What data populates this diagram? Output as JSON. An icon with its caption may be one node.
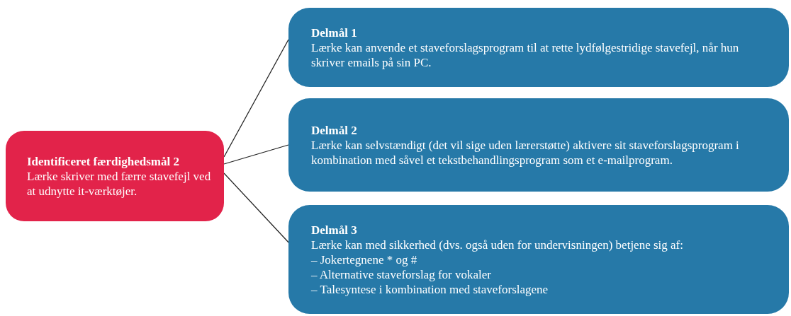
{
  "diagram": {
    "nodes": [
      {
        "text": [
          "Identificeret færdighedsmål 2",
          "Lærke skriver med færre stavefejl ved at udnytte it-værktøjer."
        ]
      },
      {
        "text": [
          "Delmål 1",
          "Lærke kan anvende et staveforslagsprogram til at rette lydfølgestridige stavefejl, når hun skriver emails på sin PC."
        ]
      },
      {
        "text": [
          "Delmål 2",
          "Lærke kan selvstændigt (det vil sige uden lærerstøtte) aktivere sit staveforslagsprogram i kombination med såvel et tekstbehandlingsprogram som et e-mailprogram."
        ]
      },
      {
        "text": [
          "Delmål 3",
          "Lærke kan med sikkerhed (dvs. også uden for undervisningen) betjene sig af:",
          "– Jokertegnene * og #",
          "– Alternative staveforslag for vokaler",
          "– Talesyntese i kombination med staveforslagene"
        ]
      }
    ],
    "edges": [
      {
        "from": 0,
        "to": 1,
        "arrow": "none"
      },
      {
        "from": 0,
        "to": 2,
        "arrow": "none"
      },
      {
        "from": 0,
        "to": 3,
        "arrow": "none"
      }
    ]
  }
}
